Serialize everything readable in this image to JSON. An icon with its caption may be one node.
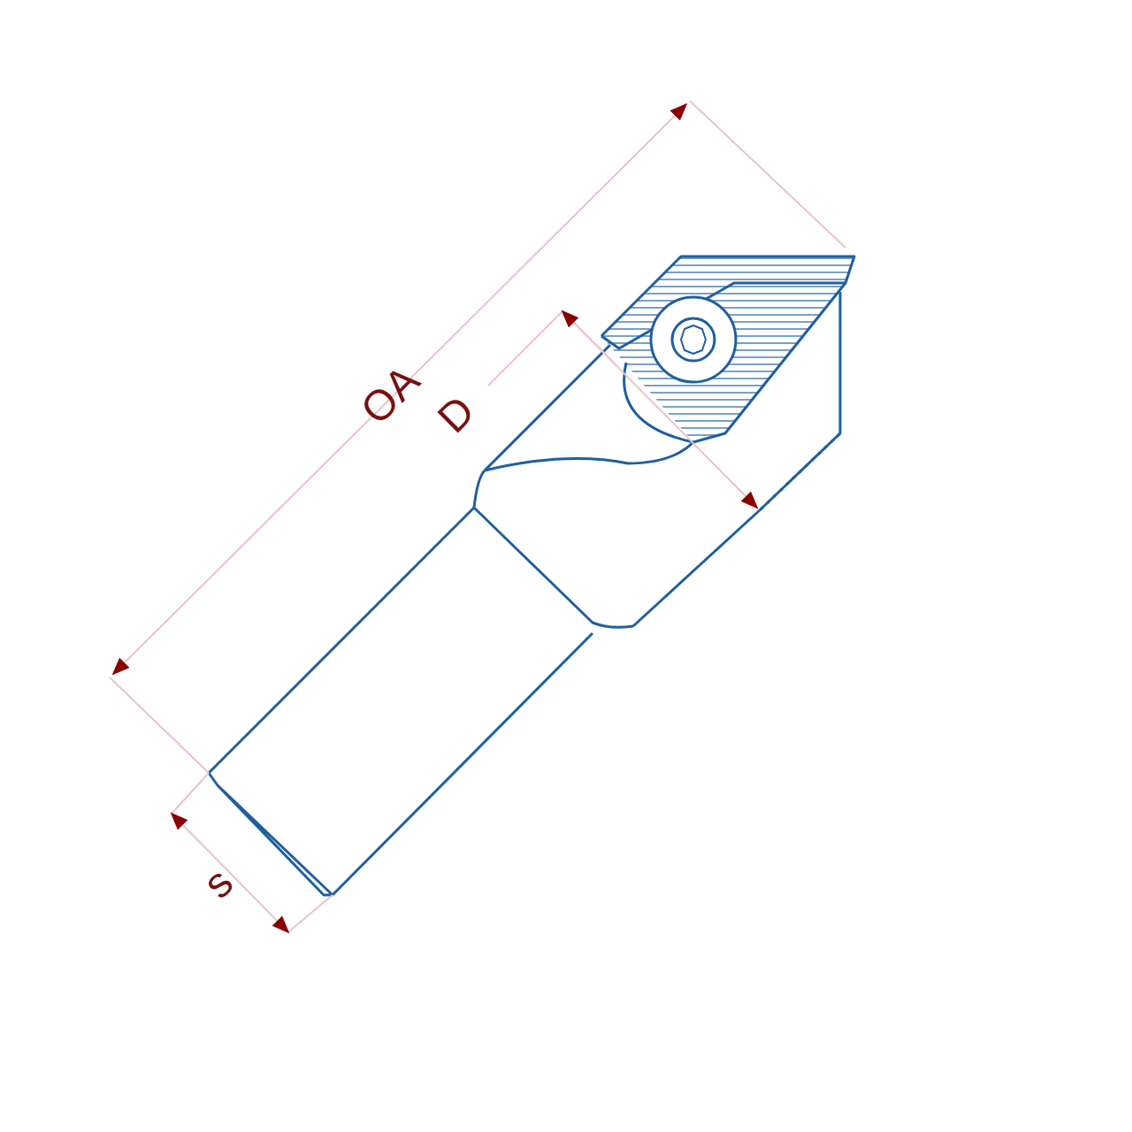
{
  "diagram": {
    "labels": [
      "OA",
      "D",
      "s"
    ]
  }
}
